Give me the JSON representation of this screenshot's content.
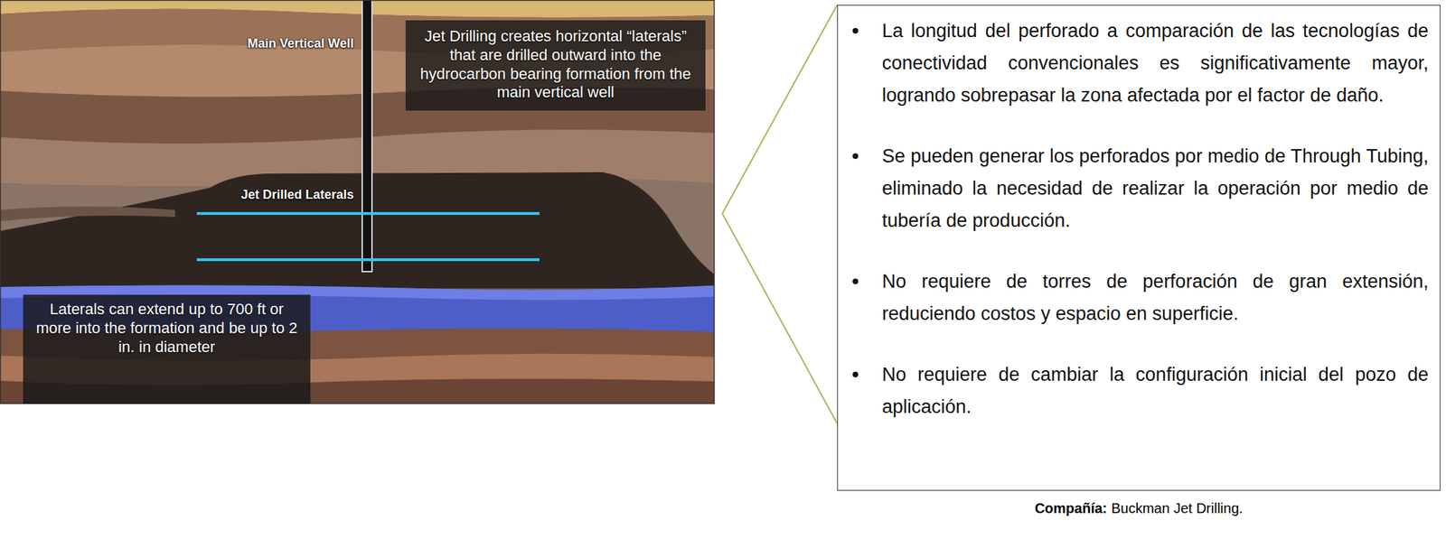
{
  "diagram": {
    "nodes": [
      {
        "text": [
          "Jet Drilling creates horizontal “laterals” that are drilled outward into the hydrocarbon bearing formation from the main vertical well"
        ]
      },
      {
        "text": [
          "Laterals can extend up to 700 ft or more into the formation and be up to 2 in. in diameter"
        ]
      },
      {
        "text": [
          "La longitud del perforado a comparación de las tecnologías de conectividad convencionales es significativamente mayor, logrando sobrepasar la zona afectada por el factor de daño.",
          "Se pueden generar los perforados por medio de Through Tubing, eliminado la necesidad de realizar la operación por medio de tubería de producción.",
          "No requiere de torres de perforación de gran extensión, reduciendo costos y espacio en superficie.",
          "No requiere de cambiar la configuración inicial del pozo de aplicación."
        ]
      }
    ],
    "labels": [
      "Main Vertical Well",
      "Jet Drilled Laterals",
      "Compañía:",
      "Buckman Jet Drilling."
    ]
  }
}
